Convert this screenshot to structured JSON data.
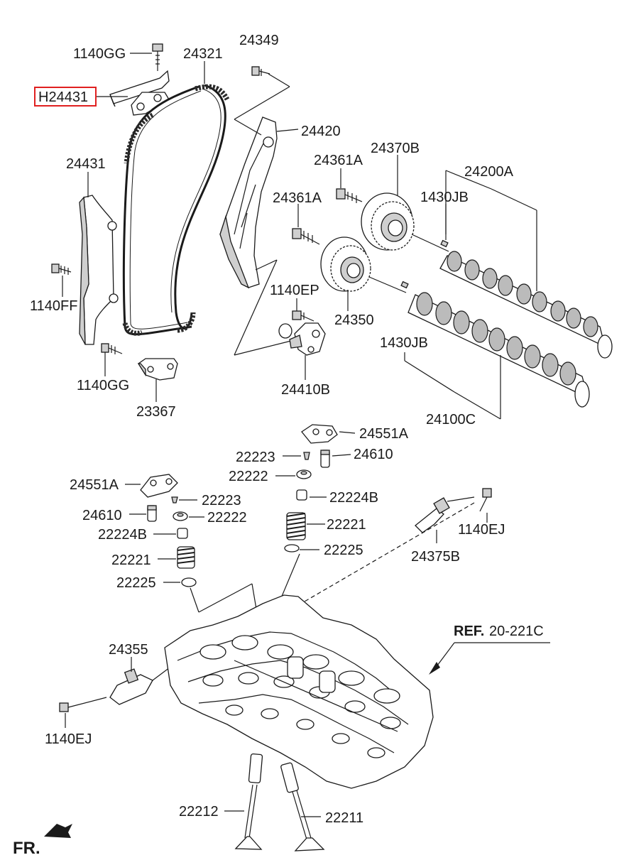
{
  "labels": {
    "p_1140GG_top": "1140GG",
    "p_24321": "24321",
    "p_24349": "24349",
    "p_H24431": "H24431",
    "p_24420": "24420",
    "p_24431": "24431",
    "p_24361A_1": "24361A",
    "p_24370B": "24370B",
    "p_24200A": "24200A",
    "p_24361A_2": "24361A",
    "p_1430JB_1": "1430JB",
    "p_1140FF": "1140FF",
    "p_1140EP": "1140EP",
    "p_24350": "24350",
    "p_1430JB_2": "1430JB",
    "p_1140GG_bot": "1140GG",
    "p_24410B": "24410B",
    "p_23367": "23367",
    "p_24100C": "24100C",
    "p_24551A_r": "24551A",
    "p_22223_r": "22223",
    "p_24610_r": "24610",
    "p_22222_r": "22222",
    "p_24551A_l": "24551A",
    "p_22224B_r": "22224B",
    "p_22223_l": "22223",
    "p_24610_l": "24610",
    "p_22222_l": "22222",
    "p_22221_r": "22221",
    "p_22224B_l": "22224B",
    "p_1140EJ_r": "1140EJ",
    "p_22225_r": "22225",
    "p_22221_l": "22221",
    "p_24375B": "24375B",
    "p_22225_l": "22225",
    "p_ref_bold": "REF.",
    "p_ref_num": "20-221C",
    "p_24355": "24355",
    "p_1140EJ_l": "1140EJ",
    "p_22212": "22212",
    "p_22211": "22211",
    "p_fr": "FR."
  },
  "highlight": {
    "part": "H24431",
    "color": "#e02020"
  }
}
